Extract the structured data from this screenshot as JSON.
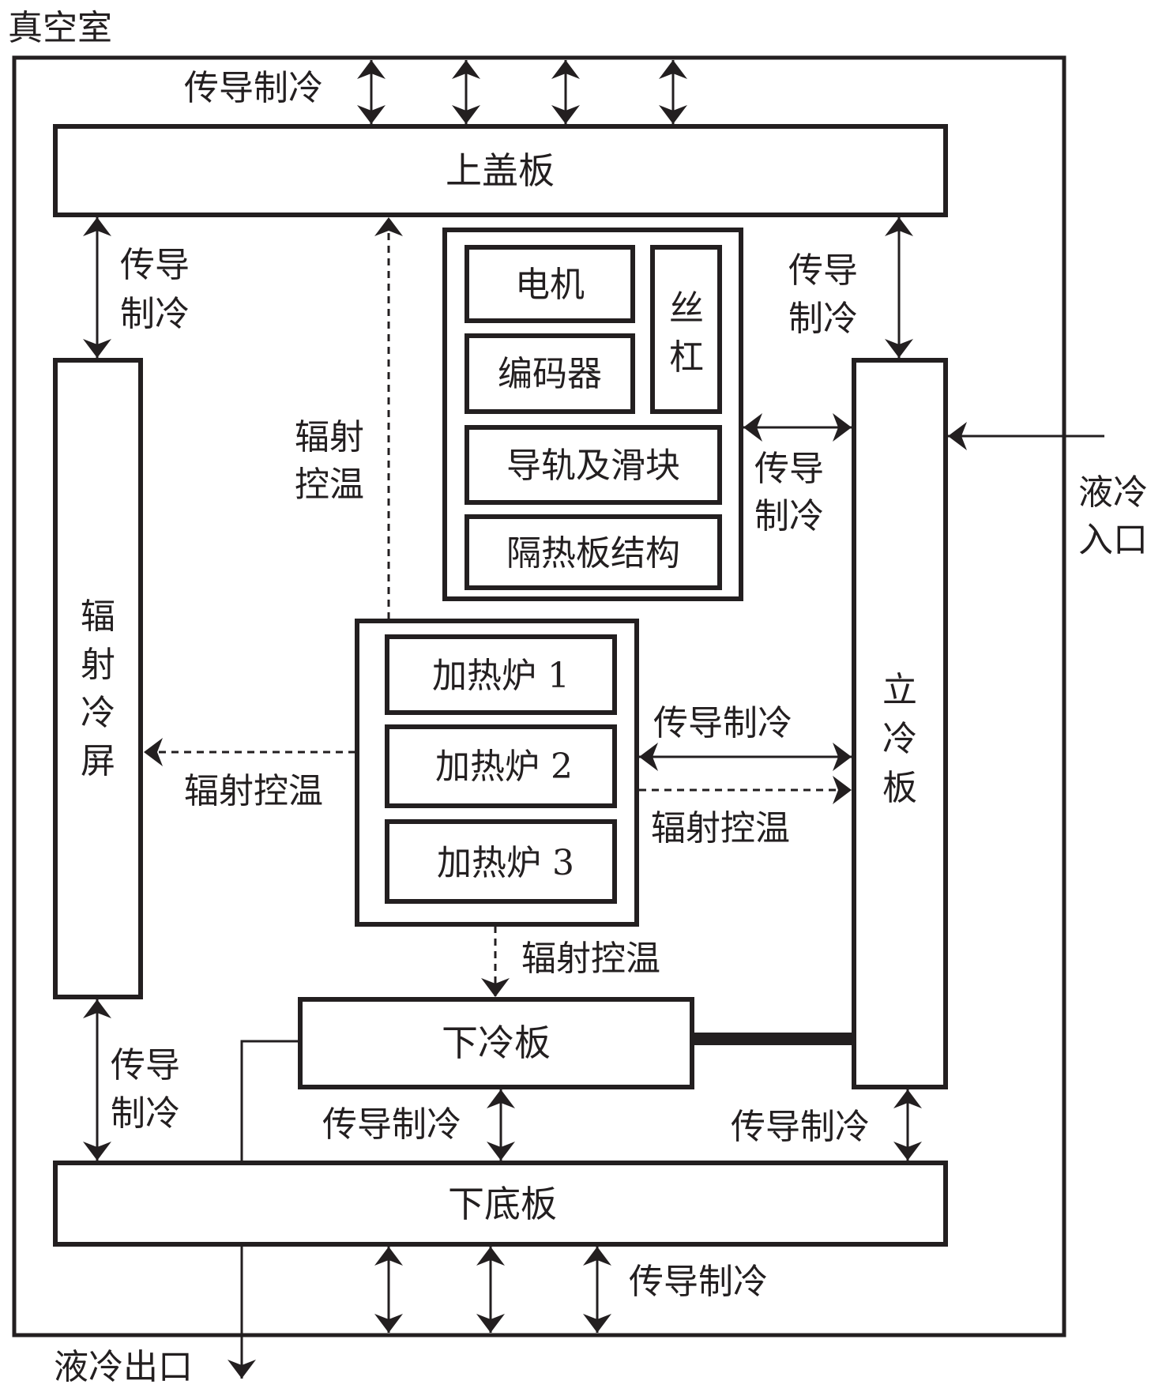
{
  "diagram": {
    "title": "真空室",
    "colors": {
      "stroke": "#231f20",
      "background": "#ffffff"
    },
    "components": {
      "top_cover": "上盖板",
      "radiant_shield": "辐射冷屏",
      "vertical_cold_plate": "立冷板",
      "lower_cold_plate": "下冷板",
      "bottom_plate": "下底板",
      "motor": "电机",
      "encoder": "编码器",
      "lead_screw": "丝杠",
      "guide_rail": "导轨及滑块",
      "insulation": "隔热板结构",
      "furnace_1": "加热炉 1",
      "furnace_2": "加热炉 2",
      "furnace_3": "加热炉 3"
    },
    "labels": {
      "conduction": "传导制冷",
      "conduction_line1": "传导",
      "conduction_line2": "制冷",
      "radiation": "辐射控温",
      "radiation_line1": "辐射",
      "radiation_line2": "控温",
      "liquid_inlet_line1": "液冷",
      "liquid_inlet_line2": "入口",
      "liquid_outlet": "液冷出口"
    },
    "connections": [
      {
        "from": "真空室",
        "to": "上盖板",
        "type": "传导制冷",
        "style": "solid-bidirectional",
        "count": 4
      },
      {
        "from": "上盖板",
        "to": "辐射冷屏",
        "type": "传导制冷",
        "style": "solid-bidirectional"
      },
      {
        "from": "上盖板",
        "to": "立冷板",
        "type": "传导制冷",
        "style": "solid-bidirectional"
      },
      {
        "from": "加热炉",
        "to": "上盖板",
        "type": "辐射控温",
        "style": "dashed"
      },
      {
        "from": "机构",
        "to": "立冷板",
        "type": "传导制冷",
        "style": "solid-bidirectional"
      },
      {
        "from": "加热炉",
        "to": "辐射冷屏",
        "type": "辐射控温",
        "style": "dashed"
      },
      {
        "from": "加热炉",
        "to": "立冷板",
        "type": "传导制冷",
        "style": "solid-bidirectional"
      },
      {
        "from": "加热炉",
        "to": "立冷板",
        "type": "辐射控温",
        "style": "dashed"
      },
      {
        "from": "加热炉",
        "to": "下冷板",
        "type": "辐射控温",
        "style": "dashed"
      },
      {
        "from": "下冷板",
        "to": "立冷板",
        "type": "连接",
        "style": "thick-bar"
      },
      {
        "from": "辐射冷屏",
        "to": "下底板",
        "type": "传导制冷",
        "style": "solid-bidirectional"
      },
      {
        "from": "下冷板",
        "to": "下底板",
        "type": "传导制冷",
        "style": "solid-bidirectional"
      },
      {
        "from": "立冷板",
        "to": "下底板",
        "type": "传导制冷",
        "style": "solid-bidirectional"
      },
      {
        "from": "下底板",
        "to": "真空室",
        "type": "传导制冷",
        "style": "solid-bidirectional",
        "count": 3
      },
      {
        "from": "液冷入口",
        "to": "立冷板",
        "type": "液冷",
        "style": "solid-arrow"
      },
      {
        "from": "下冷板",
        "to": "液冷出口",
        "type": "液冷",
        "style": "solid-arrow"
      }
    ]
  }
}
